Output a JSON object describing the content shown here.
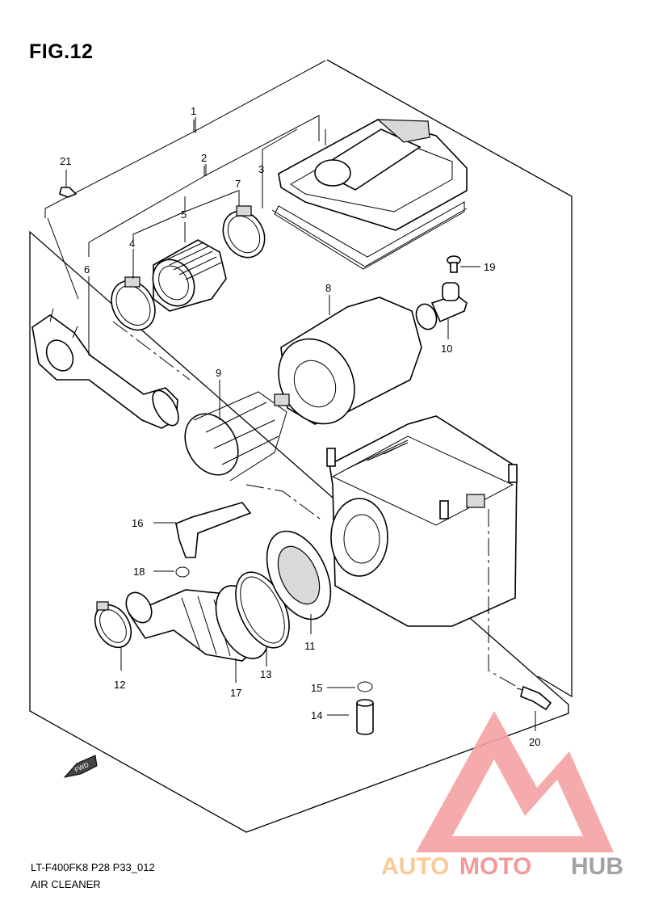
{
  "figure": {
    "title": "FIG.12",
    "code": "LT-F400FK8 P28 P33_012",
    "name": "AIR CLEANER",
    "fwd_label": "FWD"
  },
  "callouts": [
    "1",
    "2",
    "3",
    "4",
    "5",
    "6",
    "7",
    "8",
    "9",
    "10",
    "11",
    "12",
    "13",
    "14",
    "15",
    "16",
    "17",
    "18",
    "19",
    "20",
    "21"
  ],
  "watermark": {
    "part1": "AUTO",
    "part2": "MOTO",
    "part3": "HUB",
    "colors": {
      "orange": "#f8c58a",
      "red": "#f38f8f",
      "gray": "#9a9a9a"
    }
  }
}
